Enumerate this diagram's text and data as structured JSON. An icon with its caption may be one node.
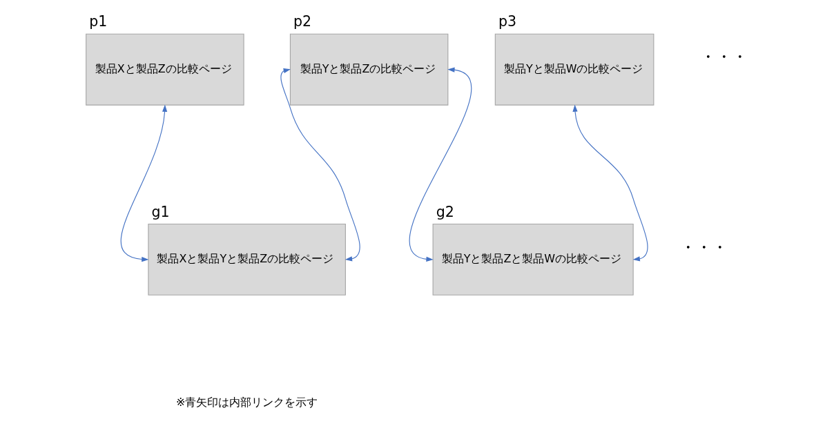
{
  "diagram": {
    "nodes": [
      {
        "text": [
          "p1",
          "製品Xと製品Zの比較ページ"
        ]
      },
      {
        "text": [
          "p2",
          "製品Yと製品Zの比較ページ"
        ]
      },
      {
        "text": [
          "p3",
          "製品Yと製品Wの比較ページ"
        ]
      },
      {
        "text": [
          "g1",
          "製品Xと製品Yと製品Zの比較ページ"
        ]
      },
      {
        "text": [
          "g2",
          "製品Yと製品Zと製品Wの比較ページ"
        ]
      }
    ],
    "edges": [
      {
        "from": 0,
        "to": 3,
        "arrow": "both"
      },
      {
        "from": 1,
        "to": 3,
        "arrow": "both"
      },
      {
        "from": 1,
        "to": 4,
        "arrow": "both"
      },
      {
        "from": 2,
        "to": 4,
        "arrow": "both"
      }
    ],
    "labels": [
      "・・・",
      "・・・",
      "※青矢印は内部リンクを示す"
    ]
  }
}
